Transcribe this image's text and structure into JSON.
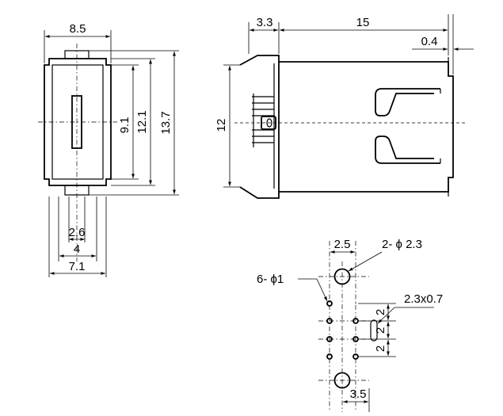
{
  "dimensions": {
    "front_width": "8.5",
    "front_inner_height": "9.1",
    "front_body_height": "12.1",
    "front_total_height": "13.7",
    "pin_spacing_a": "2.6",
    "pin_spacing_b": "4",
    "pin_spacing_c": "7.1",
    "side_flange": "3.3",
    "side_length": "15",
    "side_offset": "0.4",
    "side_height": "12",
    "pcb_pitch_top": "2.5",
    "pcb_mount_holes": "2- ϕ 2.3",
    "pcb_pin_holes": "6- ϕ1",
    "pcb_slot": "2.3x0.7",
    "pcb_pitch_v1": "2",
    "pcb_pitch_v2": "2",
    "pcb_pitch_v3": "2",
    "pcb_pitch_bottom": "3.5"
  }
}
